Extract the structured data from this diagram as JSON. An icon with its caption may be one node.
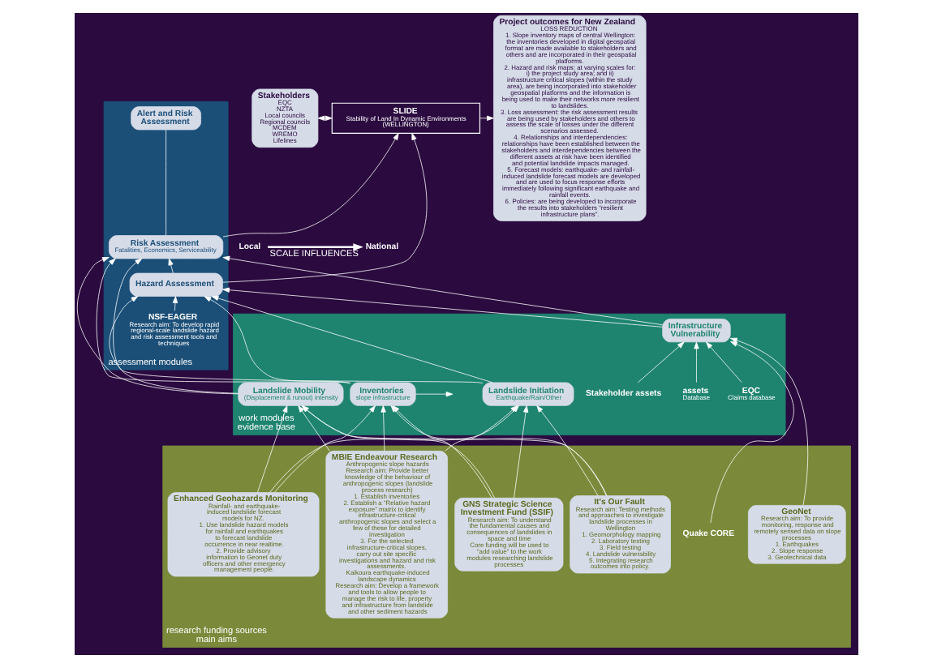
{
  "diagram": {
    "nodes": [
      {
        "text": [
          "Stakeholders",
          "EQC",
          "NZTA",
          "Local councils",
          "Regional councils",
          "MCDEM",
          "WREMO",
          "Lifelines"
        ]
      },
      {
        "text": [
          "SLIDE",
          "Stability of Land In Dynamic Environments",
          "(WELLINGTON)"
        ]
      },
      {
        "text": [
          "Project outcomes for New Zealand",
          "LOSS REDUCTION",
          "1. Slope inventory maps of central Wellington: the inventories developed in digital geospatial format are made available to stakeholders and others and are incorporated in their geospatial platforms.",
          "2. Hazard and risk maps: at varying scales for: i) the project study area; and ii) infrastructure critical slopes (within the study area), are being incorporated into stakeholder geospatial platforms and the information is being used to make their networks more resilient to landslides.",
          "3. Loss assessment: the risk assessment results are being used by stakeholders and others to assess the scale of losses under the different scenarios assessed.",
          "4. Relationships and interdependencies: relationships have been established between the stakeholders and interdependencies between the different assets at risk have been identified and potential landslide impacts managed.",
          "5. Forecast models: earthquake- and rainfall-induced landslide forecast models are developed and are used to focus response efforts immediately following significant earthquake and rainfall events.",
          "6. Policies: are being developed to incorporate the results into stakeholders “resilient infrastructure plans”."
        ]
      },
      {
        "text": [
          "Local"
        ]
      },
      {
        "text": [
          "National"
        ]
      },
      {
        "text": [
          "assessment modules"
        ]
      },
      {
        "text": [
          "Hazard Assessment"
        ],
        "in": 5
      },
      {
        "text": [
          "Risk Assessment",
          "Fatalities, Economics, Serviceability"
        ],
        "in": 5
      },
      {
        "text": [
          "NSF-EAGER",
          "Research aim: To develop rapid regional-scale landslide hazard and risk assessment tools and techniques"
        ],
        "in": 5
      },
      {
        "text": [
          "Alert and Risk Assessment"
        ],
        "in": 5
      },
      {
        "text": [
          "work modules",
          "evidence base"
        ]
      },
      {
        "text": [
          "Inventories",
          "slope infrastructure"
        ],
        "in": 10
      },
      {
        "text": [
          "Landslide Initiation",
          "Earthquake/Rain/Other"
        ],
        "in": 10
      },
      {
        "text": [
          "Landslide Mobility",
          "(Displacement & runout) intensity"
        ],
        "in": 10
      },
      {
        "text": [
          "Infrastructure Vulnerability"
        ],
        "in": 10
      },
      {
        "text": [
          "EQC",
          "Claims database"
        ],
        "in": 10
      },
      {
        "text": [
          "assets",
          "Database"
        ],
        "in": 10
      },
      {
        "text": [
          "Stakeholder assets"
        ],
        "in": 10
      },
      {
        "text": [
          "research funding sources",
          "main aims"
        ]
      },
      {
        "text": [
          "It's Our Fault",
          "Research aim: Testing methods and approaches to investigate landslide processes in Wellington",
          "1. Geomorphology mapping",
          "2. Laboratory testing",
          "3. Field testing",
          "4. Landslide vulnerability",
          "5. Integrating research outcomes into policy."
        ],
        "in": 18
      },
      {
        "text": [
          "Enhanced Geohazards Monitoring",
          "Rainfall- and earthquake-induced landslide forecast models for NZ.",
          "1. Use landslide hazard models for rainfall and earthquakes to forecast landslide occurrence in near realtime.",
          "2. Provide advisory information to Geonet duty officers and other emergency management people."
        ],
        "in": 18
      },
      {
        "text": [
          "MBIE Endeavour Research",
          "Anthropogenic slope hazards",
          "Research aim: Provide better knowledge of the behaviour of anthropogenic slopes (landslide process research)",
          "1. Establish inventories",
          "2. Establish a “Relative hazard exposure” matrix to identify infrastructure-critical anthropogenic slopes and select a few of these for detailed investigation",
          "3. For the selected infrastructure-critical slopes, carry out site specific investigations and hazard and risk assessments.",
          "Kaikoura earthquake-induced landscape dynamics",
          "Research aim: Develop a framework and tools to allow people to manage the risk to life, property and infrastructure from landslide and other sediment hazards"
        ],
        "in": 18
      },
      {
        "text": [
          "GeoNet",
          "Research aim: To provide monitoring, response and remotely sensed data on slope processes",
          "1. Earthquakes",
          "2. Slope response",
          "3. Geotechnical data"
        ],
        "in": 18
      },
      {
        "text": [
          "Quake CORE"
        ],
        "in": 18
      },
      {
        "text": [
          "GNS Strategic Science Investment Fund (SSIF)",
          "Research aim: To understand the fundamental causes and consequences of landslides in space and time",
          "Core funding will be used to “add value” to the work modules researching landslide processes"
        ],
        "in": 18
      }
    ],
    "edges": [
      {
        "from": 0,
        "to": 1,
        "arrow": "both"
      },
      {
        "from": 1,
        "to": 2,
        "arrow": "to"
      },
      {
        "from": 3,
        "to": 4,
        "arrow": "to",
        "label": "SCALE INFLUENCES"
      },
      {
        "from": 6,
        "to": 1,
        "arrow": "to"
      },
      {
        "from": 7,
        "to": 1,
        "arrow": "to"
      },
      {
        "from": 6,
        "to": 7,
        "arrow": "to"
      },
      {
        "from": 8,
        "to": 6,
        "arrow": "to"
      },
      {
        "from": 7,
        "to": 9,
        "arrow": "none"
      },
      {
        "from": 11,
        "to": 6,
        "arrow": "to"
      },
      {
        "from": 12,
        "to": 6,
        "arrow": "to"
      },
      {
        "from": 13,
        "to": 6,
        "arrow": "to"
      },
      {
        "from": 14,
        "to": 6,
        "arrow": "to"
      },
      {
        "from": 11,
        "to": 7,
        "arrow": "to"
      },
      {
        "from": 12,
        "to": 7,
        "arrow": "to"
      },
      {
        "from": 13,
        "to": 7,
        "arrow": "to"
      },
      {
        "from": 14,
        "to": 7,
        "arrow": "to"
      },
      {
        "from": 11,
        "to": null,
        "arrow": "to"
      },
      {
        "from": 15,
        "to": 14,
        "arrow": "to"
      },
      {
        "from": 16,
        "to": 14,
        "arrow": "to"
      },
      {
        "from": 17,
        "to": 14,
        "arrow": "to"
      },
      {
        "from": 19,
        "to": 11,
        "arrow": "to"
      },
      {
        "from": 19,
        "to": 12,
        "arrow": "to"
      },
      {
        "from": 19,
        "to": 13,
        "arrow": "to"
      },
      {
        "from": 20,
        "to": 11,
        "arrow": "to"
      },
      {
        "from": 20,
        "to": 12,
        "arrow": "to"
      },
      {
        "from": 20,
        "to": 13,
        "arrow": "to"
      },
      {
        "from": 21,
        "to": 11,
        "arrow": "to"
      },
      {
        "from": 21,
        "to": 12,
        "arrow": "to"
      },
      {
        "from": 21,
        "to": 13,
        "arrow": "to"
      },
      {
        "from": 24,
        "to": 11,
        "arrow": "to"
      },
      {
        "from": 24,
        "to": 12,
        "arrow": "to"
      },
      {
        "from": 24,
        "to": 13,
        "arrow": "to"
      },
      {
        "from": 22,
        "to": 14,
        "arrow": "to"
      },
      {
        "from": 23,
        "to": 14,
        "arrow": "to"
      }
    ]
  }
}
